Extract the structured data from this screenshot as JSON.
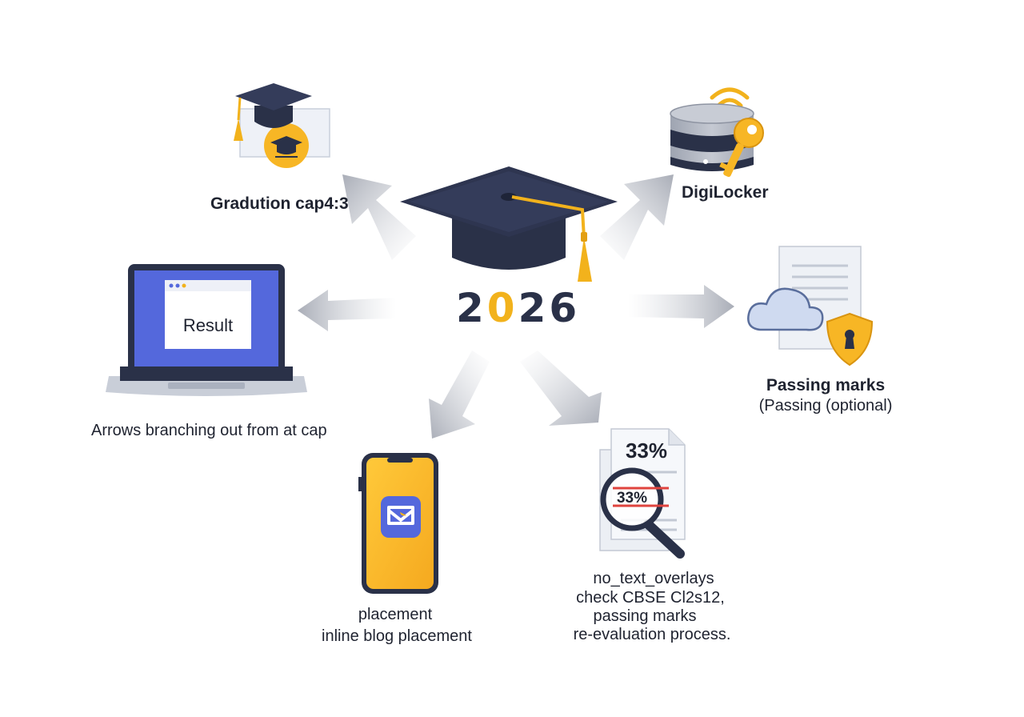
{
  "center": {
    "icon": "graduation-cap-icon",
    "year_prefix": "2",
    "year_accent": "0",
    "year_suffix": "26"
  },
  "labels": {
    "top_left": "Gradution cap4:3",
    "top_right": "DigiLocker",
    "left_arrows": "Arrows branching out from at cap",
    "right_line1": "Passing marks",
    "right_line2": "(Passing (optional)",
    "bottom_left_line1": "placement",
    "bottom_left_line2": "inline blog placement",
    "bottom_right_line1": "no_text_overlays",
    "bottom_right_line2": "check CBSE Cl2s12,",
    "bottom_right_line3": "passing marks",
    "bottom_right_line4": "re-evaluation process."
  },
  "laptop": {
    "icon": "laptop-icon",
    "screen_label": "Result"
  },
  "document": {
    "icon": "document-magnifier-icon",
    "percent_top": "33%",
    "percent_lens": "33%"
  },
  "icons": {
    "top_left": "graduation-cap-certificate-icon",
    "top_right": "database-key-icon",
    "right": "cloud-shield-document-icon",
    "bottom_left": "smartphone-app-icon"
  },
  "colors": {
    "navy": "#2a3148",
    "gold": "#f2b21c",
    "laptop_screen": "#5468dc",
    "arrow_gray": "#b9bdc6"
  }
}
